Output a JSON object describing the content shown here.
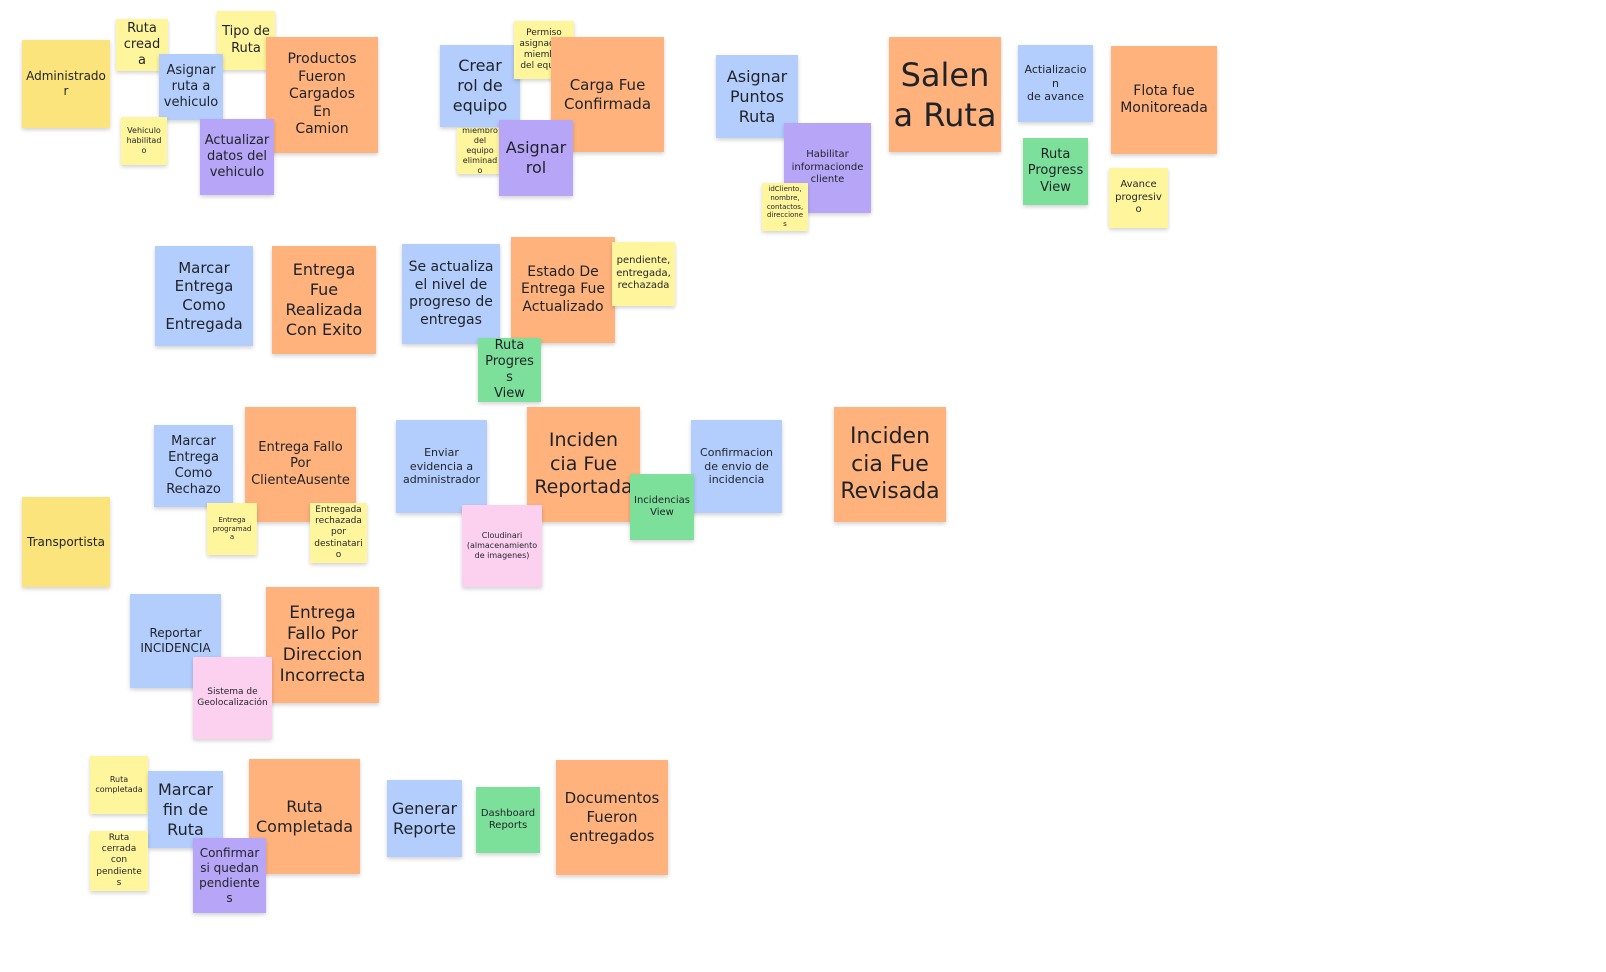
{
  "board": {
    "notes": [
      {
        "id": "n-admin",
        "text": "Administrador",
        "color": "#fbe47c",
        "kind": "actor"
      },
      {
        "id": "n-ruta-creada",
        "text": "Ruta\ncreada",
        "color": "#fff59d",
        "kind": "note"
      },
      {
        "id": "n-tipo-ruta",
        "text": "Tipo de\nRuta",
        "color": "#fff59d",
        "kind": "note"
      },
      {
        "id": "n-asignar-ruta",
        "text": "Asignar\nruta a\nvehiculo",
        "color": "#b3cdfd",
        "kind": "command"
      },
      {
        "id": "n-productos",
        "text": "Productos\nFueron\nCargados\nEn\nCamion",
        "color": "#ffb27c",
        "kind": "event"
      },
      {
        "id": "n-vehiculo-hab",
        "text": "Vehiculo\nhabilitado",
        "color": "#fff59d",
        "kind": "note"
      },
      {
        "id": "n-actualizar-veh",
        "text": "Actualizar\ndatos del\nvehiculo",
        "color": "#b7a6f7",
        "kind": "policy"
      },
      {
        "id": "n-crear-rol",
        "text": "Crear\nrol de\nequipo",
        "color": "#b3cdfd",
        "kind": "command"
      },
      {
        "id": "n-permiso",
        "text": "Permiso\nasignado a\nmiembro\ndel equipo",
        "color": "#fff59d",
        "kind": "note"
      },
      {
        "id": "n-carga",
        "text": "Carga Fue\nConfirmada",
        "color": "#ffb27c",
        "kind": "event"
      },
      {
        "id": "n-miembro-elim",
        "text": "miembro\ndel equipo\neliminado",
        "color": "#fff59d",
        "kind": "note"
      },
      {
        "id": "n-asignar-rol",
        "text": "Asignar\nrol",
        "color": "#b7a6f7",
        "kind": "policy"
      },
      {
        "id": "n-asignar-puntos",
        "text": "Asignar\nPuntos\nRuta",
        "color": "#b3cdfd",
        "kind": "command"
      },
      {
        "id": "n-habilitar-info",
        "text": "Habilitar\ninformacionde\ncliente",
        "color": "#b7a6f7",
        "kind": "policy"
      },
      {
        "id": "n-idcliente",
        "text": "idCliento,\nnombre,\ncontactos,\ndirecciones",
        "color": "#fff59d",
        "kind": "note"
      },
      {
        "id": "n-salen",
        "text": "Salen\na Ruta",
        "color": "#ffb27c",
        "kind": "event"
      },
      {
        "id": "n-actualizacion",
        "text": "Actializacion\nde avance",
        "color": "#b3cdfd",
        "kind": "command"
      },
      {
        "id": "n-ruta-progress-1",
        "text": "Ruta\nProgress\nView",
        "color": "#7de09a",
        "kind": "view"
      },
      {
        "id": "n-flota",
        "text": "Flota fue\nMonitoreada",
        "color": "#ffb27c",
        "kind": "event"
      },
      {
        "id": "n-avance",
        "text": "Avance\nprogresivo",
        "color": "#fff59d",
        "kind": "note"
      },
      {
        "id": "n-marcar-entregada",
        "text": "Marcar\nEntrega\nComo\nEntregada",
        "color": "#b3cdfd",
        "kind": "command"
      },
      {
        "id": "n-entrega-exito",
        "text": "Entrega\nFue\nRealizada\nCon Exito",
        "color": "#ffb27c",
        "kind": "event"
      },
      {
        "id": "n-se-actualiza",
        "text": "Se actualiza\nel nivel de\nprogreso de\nentregas",
        "color": "#b3cdfd",
        "kind": "command"
      },
      {
        "id": "n-estado-entrega",
        "text": "Estado De\nEntrega Fue\nActualizado",
        "color": "#ffb27c",
        "kind": "event"
      },
      {
        "id": "n-pendiente",
        "text": "pendiente,\nentregada,\nrechazada",
        "color": "#fff59d",
        "kind": "note"
      },
      {
        "id": "n-ruta-progress-2",
        "text": "Ruta\nProgress\nView",
        "color": "#7de09a",
        "kind": "view"
      },
      {
        "id": "n-marcar-rechazo",
        "text": "Marcar\nEntrega\nComo\nRechazo",
        "color": "#b3cdfd",
        "kind": "command"
      },
      {
        "id": "n-entrega-fallo",
        "text": "Entrega Fallo\nPor\nClienteAusente",
        "color": "#ffb27c",
        "kind": "event"
      },
      {
        "id": "n-entrega-prog",
        "text": "Entrega\nprogramada",
        "color": "#fff59d",
        "kind": "note"
      },
      {
        "id": "n-entregada-rech",
        "text": "Entregada\nrechazada\npor\ndestinatario",
        "color": "#fff59d",
        "kind": "note"
      },
      {
        "id": "n-transportista",
        "text": "Transportista",
        "color": "#fbe47c",
        "kind": "actor"
      },
      {
        "id": "n-enviar-evid",
        "text": "Enviar\nevidencia  a\nadministrador",
        "color": "#b3cdfd",
        "kind": "command"
      },
      {
        "id": "n-incid-reportada",
        "text": "Inciden\ncia Fue\nReportada",
        "color": "#ffb27c",
        "kind": "event"
      },
      {
        "id": "n-cloudinari",
        "text": "Cloudinari\n(almacenamiento\nde imagenes)",
        "color": "#fcd1ef",
        "kind": "external"
      },
      {
        "id": "n-confirmacion",
        "text": "Confirmacion\nde envio de\nincidencia",
        "color": "#b3cdfd",
        "kind": "command"
      },
      {
        "id": "n-incid-view",
        "text": "Incidencias\nView",
        "color": "#7de09a",
        "kind": "view"
      },
      {
        "id": "n-incid-revisada",
        "text": "Inciden\ncia Fue\nRevisada",
        "color": "#ffb27c",
        "kind": "event"
      },
      {
        "id": "n-reportar",
        "text": "Reportar\nINCIDENCIA",
        "color": "#b3cdfd",
        "kind": "command"
      },
      {
        "id": "n-fallo-direccion",
        "text": "Entrega\nFallo Por\nDireccion\nIncorrecta",
        "color": "#ffb27c",
        "kind": "event"
      },
      {
        "id": "n-geolocal",
        "text": "Sistema de\nGeolocalización",
        "color": "#fcd1ef",
        "kind": "external"
      },
      {
        "id": "n-ruta-completada-note",
        "text": "Ruta\ncompletada",
        "color": "#fff59d",
        "kind": "note"
      },
      {
        "id": "n-marcar-fin",
        "text": "Marcar\nfin de\nRuta",
        "color": "#b3cdfd",
        "kind": "command"
      },
      {
        "id": "n-ruta-cerrada",
        "text": "Ruta\ncerrada\ncon\npendientes",
        "color": "#fff59d",
        "kind": "note"
      },
      {
        "id": "n-ruta-completada",
        "text": "Ruta\nCompletada",
        "color": "#ffb27c",
        "kind": "event"
      },
      {
        "id": "n-confirmar-pend",
        "text": "Confirmar\nsi quedan\npendientes",
        "color": "#b7a6f7",
        "kind": "policy"
      },
      {
        "id": "n-generar",
        "text": "Generar\nReporte",
        "color": "#b3cdfd",
        "kind": "command"
      },
      {
        "id": "n-dashboard",
        "text": "Dashboard\nReports",
        "color": "#7de09a",
        "kind": "view"
      },
      {
        "id": "n-documentos",
        "text": "Documentos\nFueron\nentregados",
        "color": "#ffb27c",
        "kind": "event"
      }
    ]
  }
}
